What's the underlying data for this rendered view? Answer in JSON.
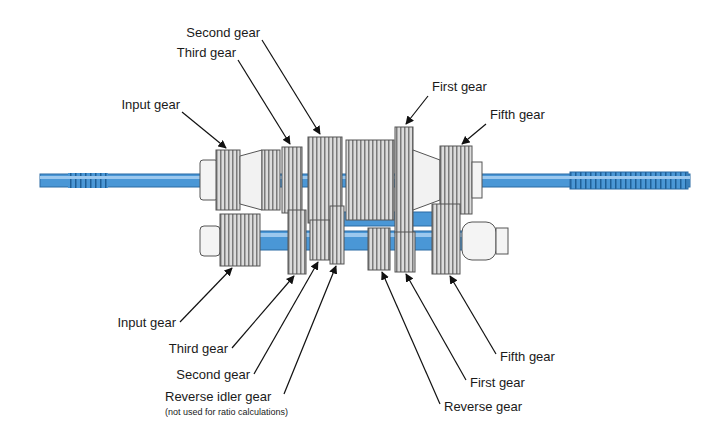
{
  "diagram": {
    "labels": [
      "Second gear",
      "Third gear",
      "Input gear",
      "First gear",
      "Fifth gear",
      "Input gear",
      "Third gear",
      "Second gear",
      "Reverse idler gear",
      "(not used for ratio calculations)",
      "Fifth gear",
      "First gear",
      "Reverse gear"
    ]
  }
}
